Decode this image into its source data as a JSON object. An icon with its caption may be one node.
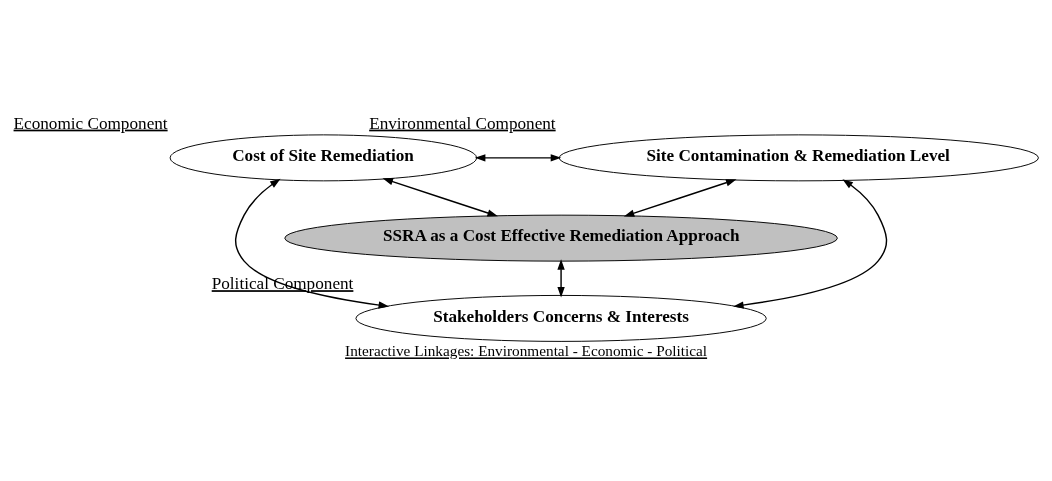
{
  "diagram": {
    "caption": "Interactive Linkages: Environmental - Economic - Political",
    "nodes": [
      {
        "text": [
          "Cost of Site Remediation"
        ],
        "beside": [
          "Economic Component"
        ]
      },
      {
        "text": [
          "Site Contamination & Remediation Level"
        ],
        "beside": [
          "Environmental Component"
        ]
      },
      {
        "text": [
          "SSRA as a Cost Effective Remediation Approach"
        ]
      },
      {
        "text": [
          "Stakeholders Concerns & Interests"
        ],
        "beside": [
          "Political Component"
        ]
      }
    ],
    "edges": [
      {
        "from": 0,
        "to": 1,
        "arrow": "both"
      },
      {
        "from": 0,
        "to": 2,
        "arrow": "both"
      },
      {
        "from": 1,
        "to": 2,
        "arrow": "both"
      },
      {
        "from": 0,
        "to": 3,
        "arrow": "both"
      },
      {
        "from": 2,
        "to": 3,
        "arrow": "both"
      },
      {
        "from": 1,
        "to": 3,
        "arrow": "both"
      }
    ]
  }
}
